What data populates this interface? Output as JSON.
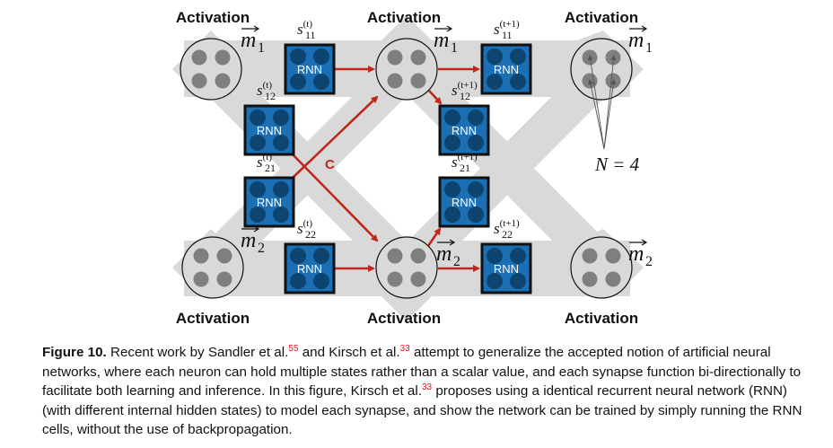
{
  "figure": {
    "activation_labels": [
      "Activation",
      "Activation",
      "Activation",
      "Activation",
      "Activation",
      "Activation"
    ],
    "neuron_vectors": {
      "m1": {
        "symbol": "m",
        "subscript": "1"
      },
      "m2": {
        "symbol": "m",
        "subscript": "2"
      }
    },
    "rnn_label": "RNN",
    "rnn_cells": [
      {
        "id": "s11_t",
        "base": "s",
        "sub": "11",
        "sup": "(t)"
      },
      {
        "id": "s12_t",
        "base": "s",
        "sub": "12",
        "sup": "(t)"
      },
      {
        "id": "s21_t",
        "base": "s",
        "sub": "21",
        "sup": "(t)"
      },
      {
        "id": "s22_t",
        "base": "s",
        "sub": "22",
        "sup": "(t)"
      },
      {
        "id": "s11_t1",
        "base": "s",
        "sub": "11",
        "sup": "(t+1)"
      },
      {
        "id": "s12_t1",
        "base": "s",
        "sub": "12",
        "sup": "(t+1)"
      },
      {
        "id": "s21_t1",
        "base": "s",
        "sub": "21",
        "sup": "(t+1)"
      },
      {
        "id": "s22_t1",
        "base": "s",
        "sub": "22",
        "sup": "(t+1)"
      }
    ],
    "crossing_label": "C",
    "n_label": "N = 4",
    "colors": {
      "background_band": "#d9d9d9",
      "rnn_fill": "#1a6fb5",
      "rnn_dots": "#0d4470",
      "neuron_dots": "#7f7f7f",
      "arrow": "#c0271b"
    }
  },
  "caption": {
    "label": "Figure 10.",
    "parts": [
      " Recent work by Sandler et al.",
      "55",
      " and Kirsch et al.",
      "33",
      " attempt to generalize the accepted notion of artificial neural networks, where each neuron can hold multiple states rather than a scalar value, and each synapse function bi-directionally to facilitate both learning and inference. In this figure, Kirsch et al.",
      "33",
      " proposes using a identical recurrent neural network (RNN) (with different internal hidden states) to model each synapse, and show the network can be trained by simply running the RNN cells, without the use of backpropagation."
    ]
  }
}
